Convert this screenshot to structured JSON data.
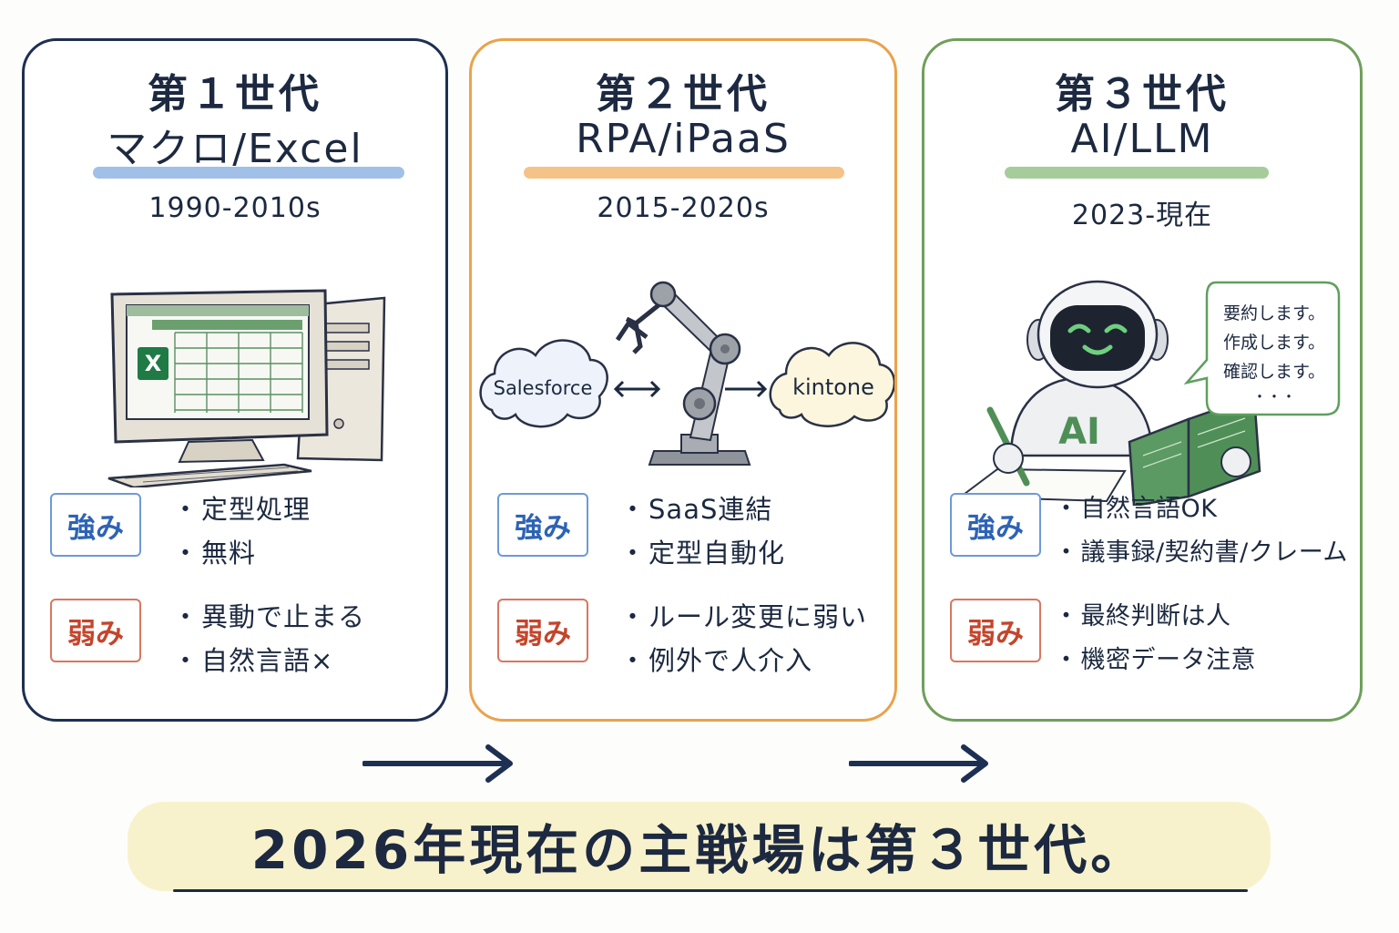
{
  "generations": [
    {
      "generation": "第１世代",
      "technology": "マクロ/Excel",
      "period": "1990-2010s",
      "strengths_label": "強み",
      "strengths": [
        "定型処理",
        "無料"
      ],
      "weaknesses_label": "弱み",
      "weaknesses": [
        "異動で止まる",
        "自然言語×"
      ],
      "icon_text": "X"
    },
    {
      "generation": "第２世代",
      "technology": "RPA/iPaaS",
      "period": "2015-2020s",
      "strengths_label": "強み",
      "strengths": [
        "SaaS連結",
        "定型自動化"
      ],
      "weaknesses_label": "弱み",
      "weaknesses": [
        "ルール変更に弱い",
        "例外で人介入"
      ],
      "cloud_left": "Salesforce",
      "cloud_right": "kintone"
    },
    {
      "generation": "第３世代",
      "technology": "AI/LLM",
      "period": "2023-現在",
      "strengths_label": "強み",
      "strengths": [
        "自然言語OK",
        "議事録/契約書/クレーム"
      ],
      "weaknesses_label": "弱み",
      "weaknesses": [
        "最終判断は人",
        "機密データ注意"
      ],
      "robot_label": "AI",
      "speech": [
        "要約します。",
        "作成します。",
        "確認します。",
        "・・・"
      ]
    }
  ],
  "conclusion": "2026年現在の主戦場は第３世代。",
  "colors": {
    "panel1_border": "#1d2f52",
    "panel2_border": "#eaa24b",
    "panel3_border": "#6f9f5c",
    "strength": "#2d63b6",
    "weakness": "#c4452b",
    "excel_green": "#1f7a45"
  }
}
